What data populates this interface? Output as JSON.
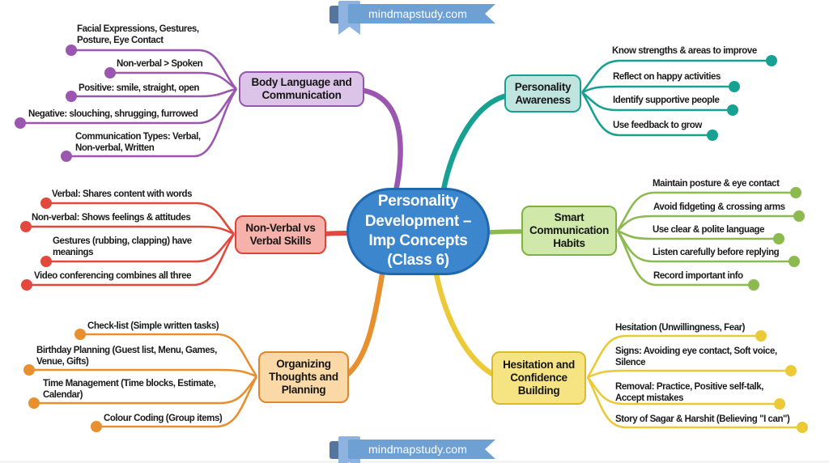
{
  "watermark": {
    "top": "mindmapstudy.com",
    "bottom": "mindmapstudy.com"
  },
  "center": {
    "title": "Personality\nDevelopment –\nImp Concepts\n(Class 6)",
    "fill": "#3c86cd",
    "border": "#2068ad"
  },
  "branches": [
    {
      "id": "body-language",
      "label": "Body Language and\nCommunication",
      "color": "#9b57b0",
      "fill": "#dcc3e8",
      "leaves": [
        "Facial Expressions, Gestures,\nPosture, Eye Contact",
        "Non-verbal > Spoken",
        "Positive: smile, straight, open",
        "Negative: slouching, shrugging, furrowed",
        "Communication Types: Verbal,\nNon-verbal, Written"
      ]
    },
    {
      "id": "personality-awareness",
      "label": "Personality\nAwareness",
      "color": "#17a192",
      "fill": "#bfe5de",
      "leaves": [
        "Know strengths & areas to improve",
        "Reflect on happy activities",
        "Identify supportive people",
        "Use feedback to grow"
      ]
    },
    {
      "id": "nonverbal-vs-verbal",
      "label": "Non-Verbal vs\nVerbal Skills",
      "color": "#e2493d",
      "fill": "#f6b2aa",
      "leaves": [
        "Verbal: Shares content with words",
        "Non-verbal: Shows feelings & attitudes",
        "Gestures (rubbing, clapping) have\nmeanings",
        "Video conferencing combines all three"
      ]
    },
    {
      "id": "smart-communication",
      "label": "Smart\nCommunication\nHabits",
      "color": "#8cba4f",
      "fill": "#d0e8aa",
      "leaves": [
        "Maintain posture & eye contact",
        "Avoid fidgeting & crossing arms",
        "Use clear & polite language",
        "Listen carefully before replying",
        "Record important info"
      ]
    },
    {
      "id": "organizing-planning",
      "label": "Organizing\nThoughts and\nPlanning",
      "color": "#e88f2f",
      "fill": "#fbd9a6",
      "leaves": [
        "Check-list (Simple written tasks)",
        "Birthday Planning (Guest list, Menu, Games,\nVenue, Gifts)",
        "Time Management (Time blocks, Estimate,\nCalendar)",
        "Colour Coding (Group items)"
      ]
    },
    {
      "id": "hesitation-confidence",
      "label": "Hesitation and\nConfidence\nBuilding",
      "color": "#ecc937",
      "fill": "#f6e382",
      "leaves": [
        "Hesitation (Unwillingness, Fear)",
        "Signs: Avoiding eye contact, Soft voice,\nSilence",
        "Removal: Practice, Positive self-talk,\nAccept mistakes",
        "Story of Sagar & Harshit (Believing \"I can\")"
      ]
    }
  ]
}
